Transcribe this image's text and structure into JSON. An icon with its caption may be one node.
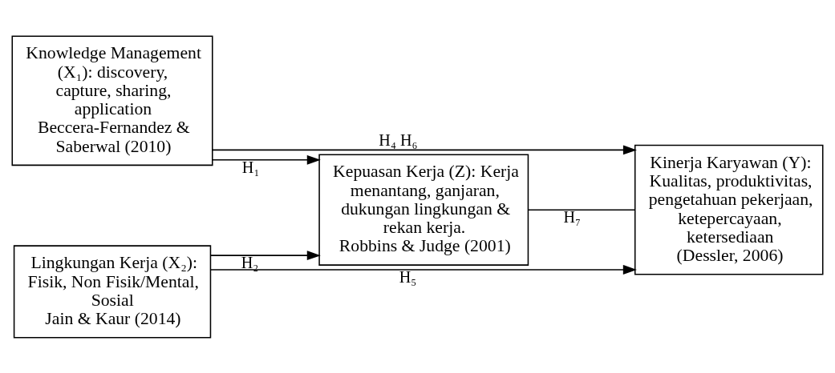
{
  "diagram": {
    "nodes": [
      {
        "text": [
          "Knowledge Management (X₁): discovery, capture, sharing, application",
          "Beccera-Fernandez & Saberwal (2010)"
        ]
      },
      {
        "text": [
          "Lingkungan Kerja (X₂): Fisik, Non Fisik/Mental, Sosial",
          "Jain & Kaur (2014)"
        ]
      },
      {
        "text": [
          "Kepuasan Kerja (Z): Kerja menantang, ganjaran, dukungan lingkungan & rekan kerja.",
          "Robbins & Judge (2001)"
        ]
      },
      {
        "text": [
          "Kinerja Karyawan (Y): Kualitas, produktivitas, pengetahuan pekerjaan, ketepercayaan, ketersediaan",
          "(Dessler, 2006)"
        ]
      }
    ],
    "edges": [
      {
        "from": 0,
        "to": 3,
        "arrow": "to",
        "label": "H₄ H₆"
      },
      {
        "from": 0,
        "to": 2,
        "arrow": "to",
        "label": "H₁"
      },
      {
        "from": 1,
        "to": 2,
        "arrow": "to",
        "label": "H₂"
      },
      {
        "from": 2,
        "to": 3,
        "arrow": "none",
        "label": "H₇"
      },
      {
        "from": 1,
        "to": 3,
        "arrow": "to",
        "label": "H₅"
      }
    ]
  }
}
